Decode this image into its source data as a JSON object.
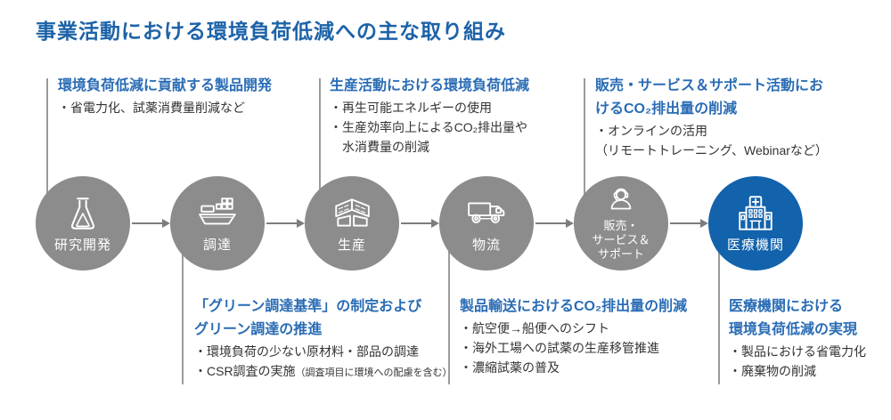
{
  "title": "事業活動における環境負荷低減への主な取り組み",
  "colors": {
    "title_blue": "#1d63a8",
    "heading_blue": "#2a6cb5",
    "body_text": "#333333",
    "circle_gray": "#8c8c8c",
    "circle_blue": "#1262ac",
    "connector_gray": "#9b9b9b",
    "arrow_gray": "#7d7d7d"
  },
  "top_annotations": [
    {
      "heading_lines": [
        "環境負荷低減に貢献する製品開発"
      ],
      "bullets": [
        "・省電力化、試薬消費量削減など"
      ]
    },
    {
      "heading_lines": [
        "生産活動における環境負荷低減"
      ],
      "bullets": [
        "・再生可能エネルギーの使用",
        "・生産効率向上によるCO₂排出量や",
        "　水消費量の削減"
      ]
    },
    {
      "heading_lines": [
        "販売・サービス＆サポート活動にお",
        "けるCO₂排出量の削減"
      ],
      "bullets": [
        "・オンラインの活用",
        "（リモートトレーニング、Webinarなど）"
      ]
    }
  ],
  "stages": [
    {
      "label": "研究開発",
      "icon": "flask-icon"
    },
    {
      "label": "調達",
      "icon": "container-ship-icon"
    },
    {
      "label": "生産",
      "icon": "factory-icon"
    },
    {
      "label": "物流",
      "icon": "truck-icon"
    },
    {
      "label_lines": [
        "販売・",
        "サービス＆",
        "サポート"
      ],
      "icon": "headset-operator-icon"
    },
    {
      "label": "医療機関",
      "icon": "hospital-icon"
    }
  ],
  "bottom_annotations": [
    {
      "heading_lines": [
        "「グリーン調達基準」の制定および",
        "グリーン調達の推進"
      ],
      "bullets": [
        "・環境負荷の少ない原材料・部品の調達"
      ],
      "bullet_with_note": {
        "main": "・CSR調査の実施",
        "note": "（調査項目に環境への配慮を含む）"
      }
    },
    {
      "heading_lines": [
        "製品輸送におけるCO₂排出量の削減"
      ],
      "bullets": [
        "・航空便→船便へのシフト",
        "・海外工場への試薬の生産移管推進",
        "・濃縮試薬の普及"
      ]
    },
    {
      "heading_lines": [
        "医療機関における",
        "環境負荷低減の実現"
      ],
      "bullets": [
        "・製品における省電力化",
        "・廃棄物の削減"
      ]
    }
  ]
}
